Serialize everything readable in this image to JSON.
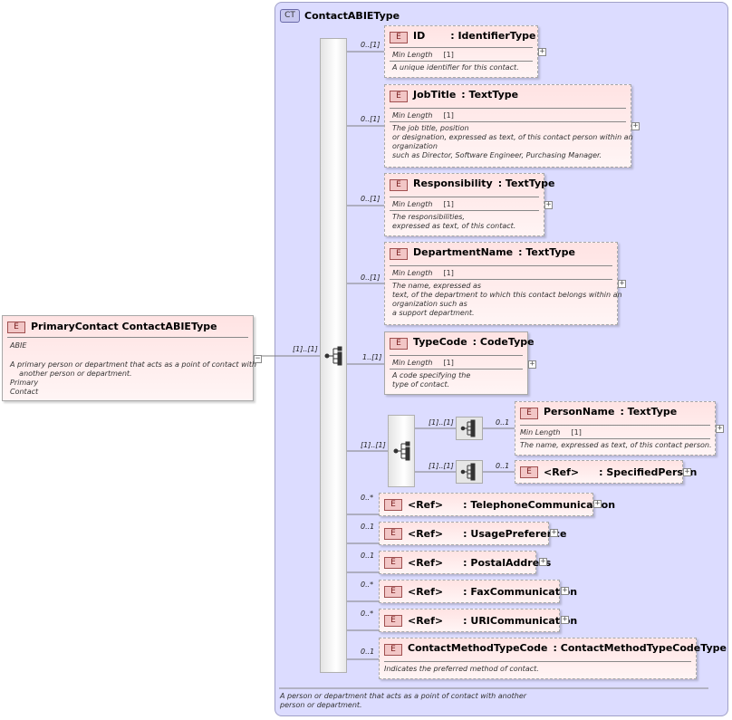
{
  "badges": {
    "element": "E",
    "complex_type": "CT"
  },
  "complex_type": {
    "name": "ContactABIEType",
    "doc": "A person or department that acts as a point of contact with another\nperson or department."
  },
  "root": {
    "name": "PrimaryContact",
    "type": "ContactABIEType",
    "abie_label": "ABIE",
    "doc": "A primary person or department that acts as a point of contact with\n    another person or department.\nPrimary\nContact",
    "occurrence": "[1]..[1]"
  },
  "meta_label": "Min Length",
  "elements": [
    {
      "name": "ID",
      "type": ": IdentifierType",
      "occurrence": "0..[1]",
      "min_length": "[1]",
      "doc": "A unique identifier for this contact."
    },
    {
      "name": "JobTitle",
      "type": ": TextType",
      "occurrence": "0..[1]",
      "min_length": "[1]",
      "doc": "The job title, position\nor designation, expressed as text, of this contact person within an\norganization\nsuch as Director, Software Engineer, Purchasing Manager."
    },
    {
      "name": "Responsibility",
      "type": ": TextType",
      "occurrence": "0..[1]",
      "min_length": "[1]",
      "doc": "The responsibilities,\nexpressed as text, of this contact."
    },
    {
      "name": "DepartmentName",
      "type": ": TextType",
      "occurrence": "0..[1]",
      "min_length": "[1]",
      "doc": "The name, expressed as\ntext, of the department to which this contact belongs within an\norganization such as\na support department."
    },
    {
      "name": "TypeCode",
      "type": ": CodeType",
      "occurrence": "1..[1]",
      "min_length": "[1]",
      "doc": "A code specifying the\ntype of contact."
    }
  ],
  "choice": {
    "occurrence": "[1]..[1]",
    "branch1_occurrence": "[1]..[1]",
    "branch2_occurrence": "[1]..[1]",
    "person_name": {
      "name": "PersonName",
      "type": ": TextType",
      "occurrence": "0..1",
      "min_length": "[1]",
      "doc": "The name, expressed as text, of this contact person."
    },
    "specified_person": {
      "name": "<Ref>",
      "type": ": SpecifiedPerson",
      "occurrence": "0..1"
    }
  },
  "refs": [
    {
      "name": "<Ref>",
      "type": ": TelephoneCommunication",
      "occurrence": "0..*"
    },
    {
      "name": "<Ref>",
      "type": ": UsagePreference",
      "occurrence": "0..1"
    },
    {
      "name": "<Ref>",
      "type": ": PostalAddress",
      "occurrence": "0..1"
    },
    {
      "name": "<Ref>",
      "type": ": FaxCommunication",
      "occurrence": "0..*"
    },
    {
      "name": "<Ref>",
      "type": ": URICommunication",
      "occurrence": "0..*"
    }
  ],
  "method": {
    "name": "ContactMethodTypeCode",
    "type": ": ContactMethodTypeCodeType",
    "occurrence": "0..1",
    "doc": "Indicates the preferred method of contact."
  }
}
